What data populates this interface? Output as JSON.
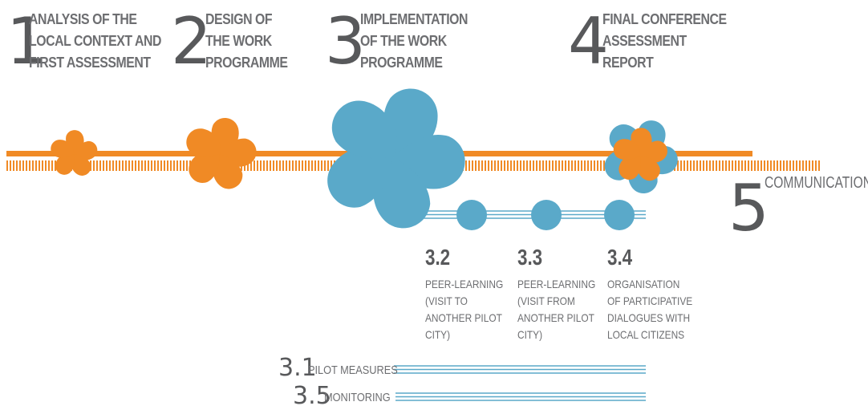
{
  "colors": {
    "orange": "#f08a25",
    "blue": "#5aa9c9",
    "text_dark": "#58595b",
    "text_mid": "#6d6e71"
  },
  "phases": [
    {
      "number": "1",
      "title": "ANALYSIS OF THE\nLOCAL CONTEXT AND\nFIRST ASSESSMENT"
    },
    {
      "number": "2",
      "title": "DESIGN OF\nTHE WORK\nPROGRAMME"
    },
    {
      "number": "3",
      "title": "IMPLEMENTATION\nOF THE WORK\nPROGRAMME"
    },
    {
      "number": "4",
      "title": "FINAL CONFERENCE\nASSESSMENT\nREPORT"
    }
  ],
  "communication": {
    "number": "5",
    "label": "COMMUNICATION"
  },
  "sub_steps": [
    {
      "number": "3.2",
      "desc": "PEER-LEARNING\n(VISIT TO\nANOTHER PILOT\nCITY)"
    },
    {
      "number": "3.3",
      "desc": "PEER-LEARNING\n(VISIT FROM\nANOTHER PILOT\nCITY)"
    },
    {
      "number": "3.4",
      "desc": "ORGANISATION\nOF PARTICIPATIVE\nDIALOGUES WITH\nLOCAL CITIZENS"
    }
  ],
  "tracks": [
    {
      "number": "3.1",
      "label": "PILOT MEASURES"
    },
    {
      "number": "3.5",
      "label": "MONITORING"
    }
  ],
  "flowers": [
    {
      "name": "flower-phase-1",
      "color": "orange"
    },
    {
      "name": "flower-phase-2",
      "color": "orange"
    },
    {
      "name": "flower-phase-3",
      "color": "blue"
    },
    {
      "name": "flower-phase-4",
      "color": "mixed"
    }
  ]
}
